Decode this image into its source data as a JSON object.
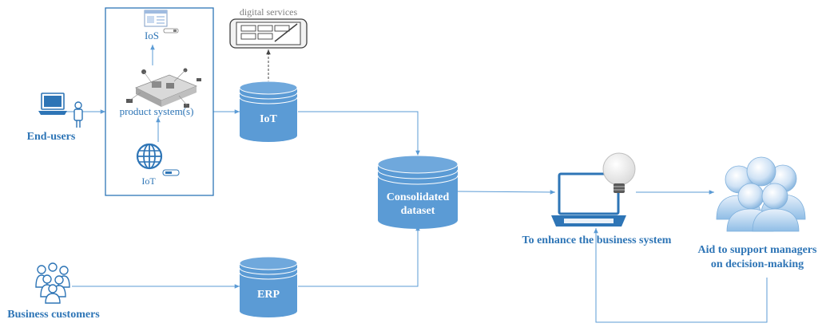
{
  "diagram": {
    "nodes": {
      "end_users": "End-users",
      "business_customers": "Business customers",
      "ios": "IoS",
      "product_system": "product system(s)",
      "iot_sensor": "IoT",
      "digital_services": "digital services",
      "iot_db": "IoT",
      "erp_db": "ERP",
      "consolidated_line1": "Consolidated",
      "consolidated_line2": "dataset",
      "enhance": "To enhance the business system",
      "aid_line1": "Aid to support managers",
      "aid_line2": "on decision-making"
    },
    "colors": {
      "accent": "#2e75b6",
      "db_fill": "#5b9bd5",
      "db_top": "#6fa8dc",
      "line": "#5b9bd5",
      "grey_text": "#7f7f7f"
    },
    "icons": [
      "laptop-icon",
      "person-icon",
      "users-group-icon",
      "browser-window-icon",
      "manufacturing-system-icon",
      "globe-icon",
      "tablet-icon",
      "lightbulb-icon",
      "managers-group-icon"
    ]
  }
}
